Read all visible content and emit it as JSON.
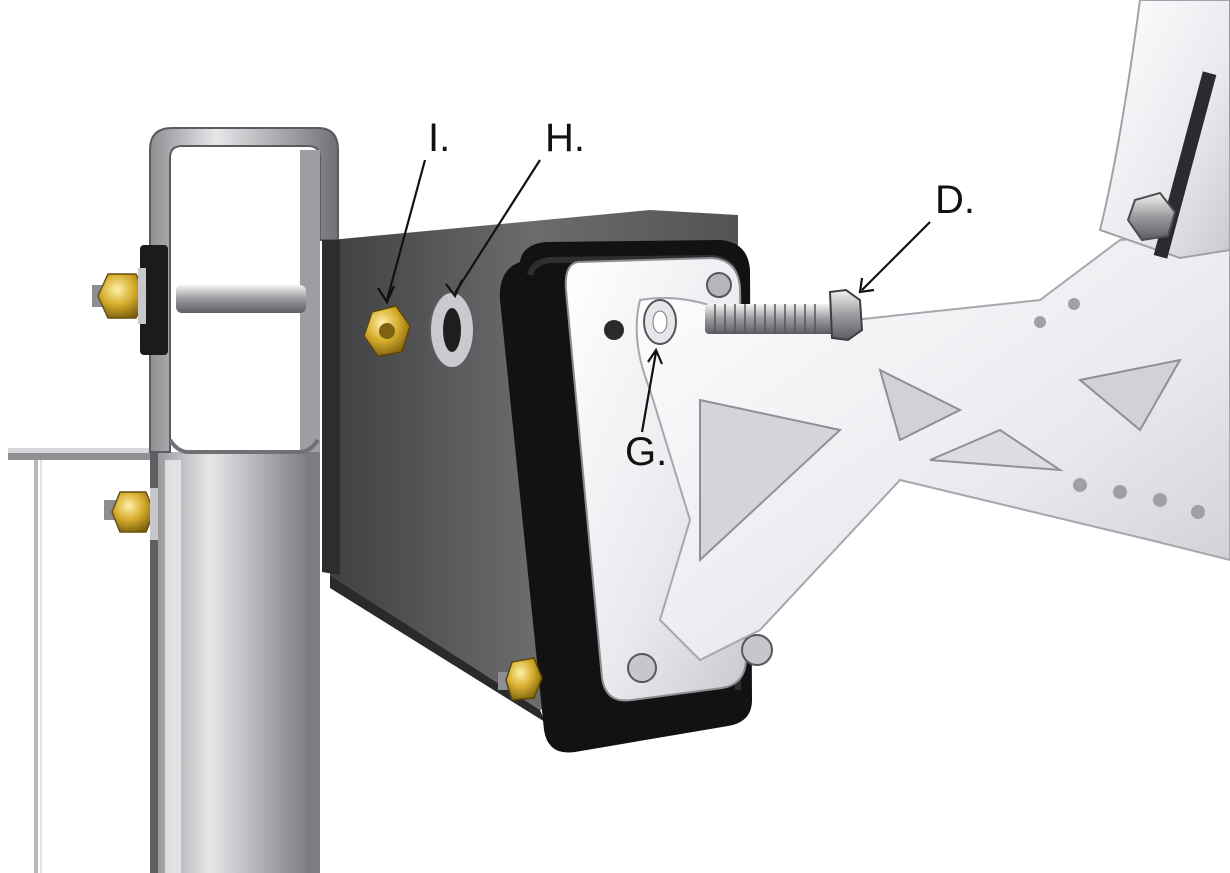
{
  "labels": {
    "i": "I.",
    "h": "H.",
    "d": "D.",
    "g": "G."
  },
  "colors": {
    "steel_light": "#d9d9db",
    "steel_mid": "#a7a8ab",
    "steel_dark": "#6e7073",
    "plate_dark": "#4a4b4d",
    "rubber_black": "#111111",
    "arm_white": "#f2f3f6",
    "brass": "#c9a227"
  }
}
